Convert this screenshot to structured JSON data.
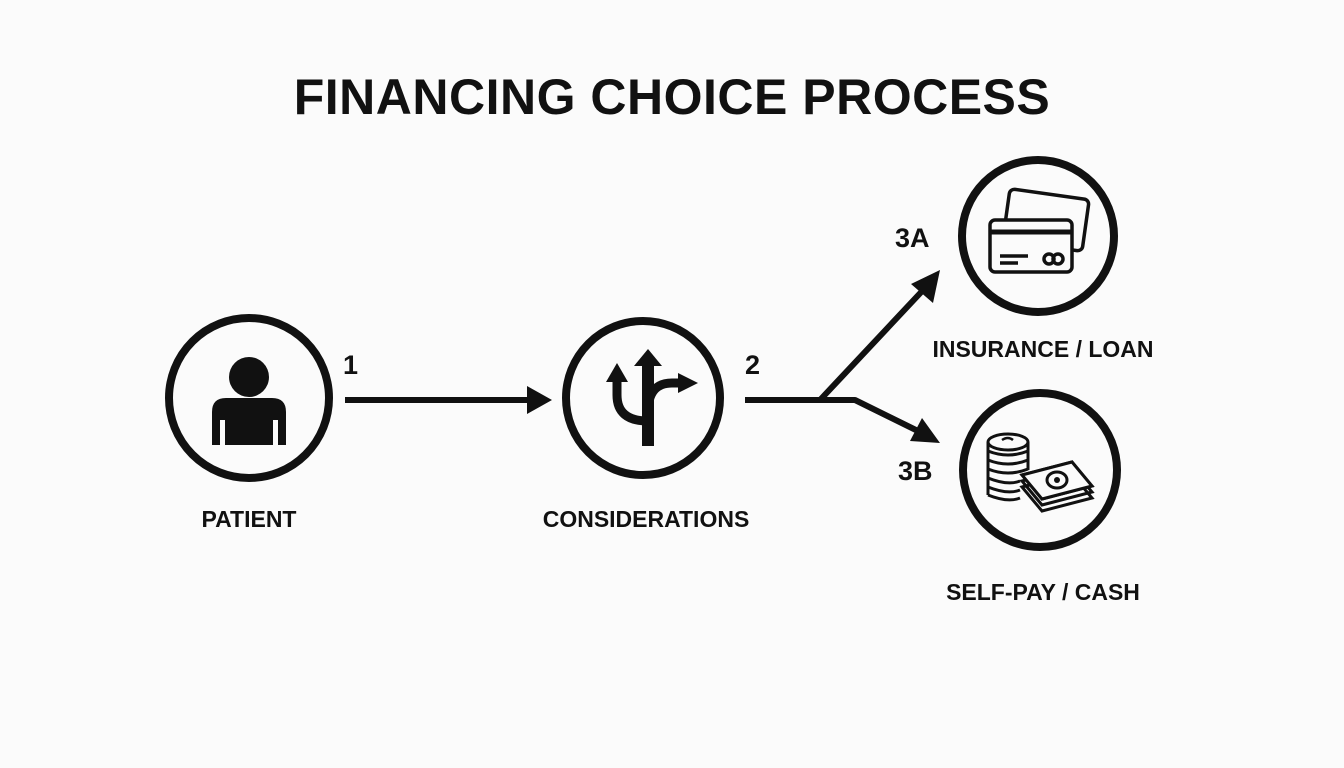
{
  "title": "FINANCING CHOICE PROCESS",
  "nodes": {
    "patient": {
      "label": "PATIENT",
      "icon": "person-icon"
    },
    "considerations": {
      "label": "CONSIDERATIONS",
      "icon": "branching-arrows-icon"
    },
    "insurance": {
      "label": "INSURANCE / LOAN",
      "icon": "credit-cards-icon"
    },
    "selfpay": {
      "label": "SELF-PAY / CASH",
      "icon": "coins-and-cash-icon"
    }
  },
  "steps": {
    "step1": "1",
    "step2": "2",
    "step3a": "3A",
    "step3b": "3B"
  },
  "colors": {
    "stroke": "#111111",
    "background": "#fbfbfb"
  }
}
